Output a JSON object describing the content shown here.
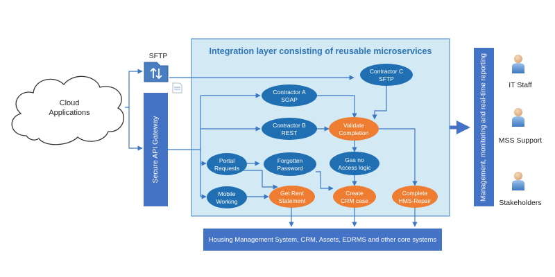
{
  "colors": {
    "blue_dark": "#1f6fb2",
    "orange": "#ee7d31",
    "panel_fill": "#d3eaf5",
    "panel_border": "#3f7fc0",
    "bar_blue": "#4472c4",
    "title_blue": "#2e75b6",
    "connector": "#3b78c3"
  },
  "cloud": {
    "line1": "Cloud",
    "line2": "Applications"
  },
  "sftp": {
    "label": "SFTP"
  },
  "gateway": {
    "label": "Secure API Gateway"
  },
  "panel": {
    "title": "Integration layer consisting of reusable microservices"
  },
  "nodes": {
    "contractor_c": {
      "line1": "Contractor C",
      "line2": "SFTP"
    },
    "contractor_a": {
      "line1": "Contractor A",
      "line2": "SOAP"
    },
    "contractor_b": {
      "line1": "Contractor B",
      "line2": "REST"
    },
    "validate": {
      "line1": "Validate",
      "line2": "Completion"
    },
    "portal": {
      "line1": "Portal",
      "line2": "Requests"
    },
    "forgotten": {
      "line1": "Forgotten",
      "line2": "Password"
    },
    "gas": {
      "line1": "Gas no",
      "line2": "Access logic"
    },
    "mobile": {
      "line1": "Mobile",
      "line2": "Working"
    },
    "rent": {
      "line1": "Get Rent",
      "line2": "Statement"
    },
    "crm": {
      "line1": "Create",
      "line2": "CRM case"
    },
    "hms": {
      "line1": "Complete",
      "line2": "HMS-Repair"
    }
  },
  "core_systems": {
    "label": "Housing Management System, CRM, Assets, EDRMS and other core systems"
  },
  "reporting": {
    "label": "Management, monitoring and real-time reporting"
  },
  "people": [
    {
      "label": "IT Staff"
    },
    {
      "label": "MSS Support"
    },
    {
      "label": "Stakeholders"
    }
  ]
}
